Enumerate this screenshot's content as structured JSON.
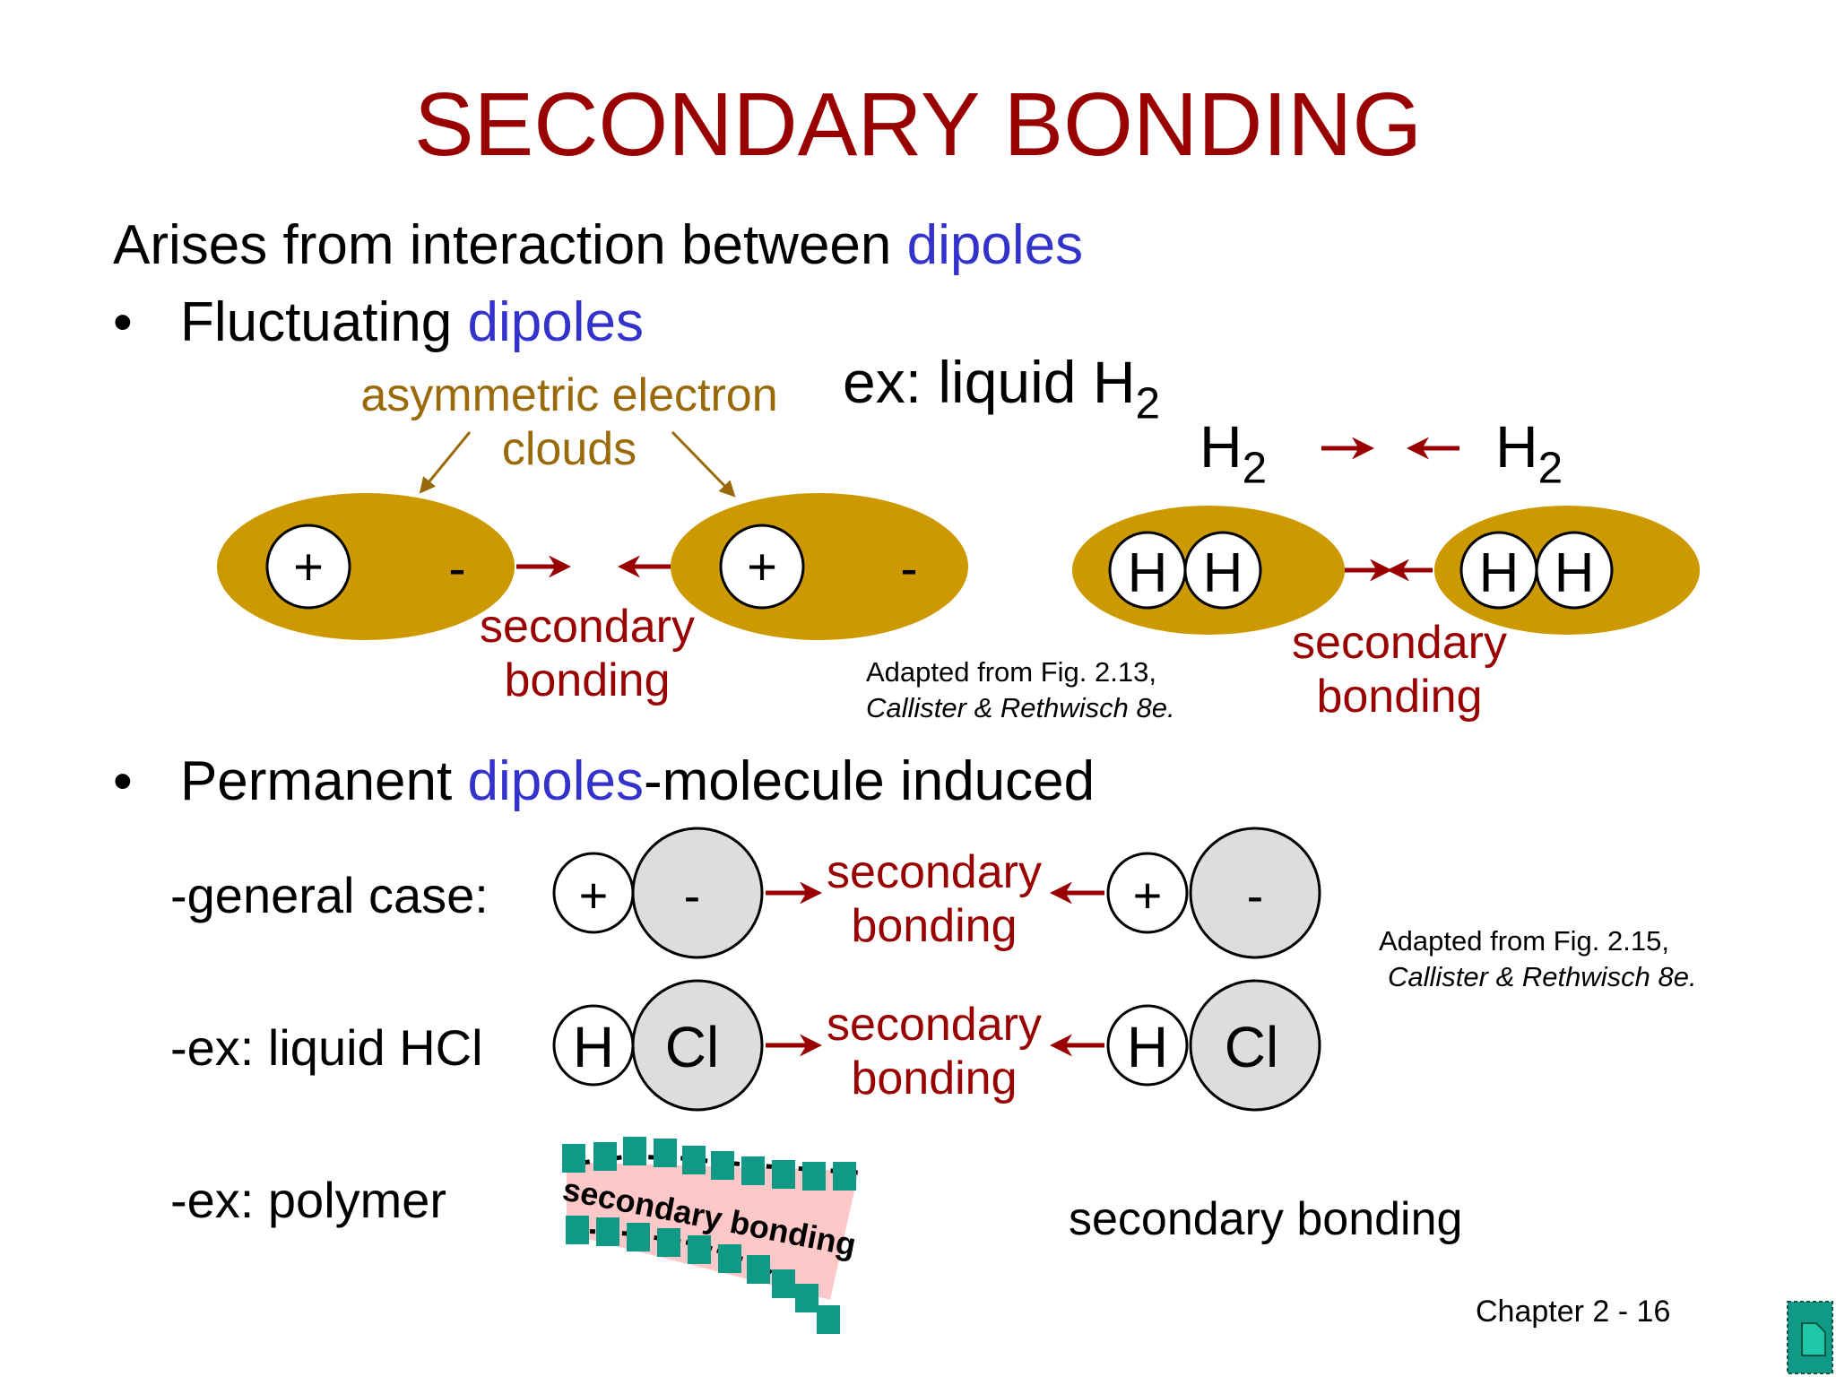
{
  "title": "SECONDARY BONDING",
  "intro": {
    "text": "Arises from interaction between ",
    "highlight": "dipoles"
  },
  "bullet1": {
    "bullet": "•",
    "text": "Fluctuating ",
    "highlight": "dipoles"
  },
  "cloud_label": {
    "line1": "asymmetric electron",
    "line2": "clouds"
  },
  "fluct_charges": {
    "plus": "+",
    "minus": "-"
  },
  "sec_bond_1": {
    "line1": "secondary",
    "line2": "bonding"
  },
  "h2_example": {
    "label": "ex:  liquid H",
    "sub": "2",
    "left_mol": "H",
    "right_mol": "H",
    "mol_sub": "2",
    "atom": "H"
  },
  "sec_bond_2": {
    "line1": "secondary",
    "line2": "bonding"
  },
  "credit1": {
    "line1": "Adapted from Fig. 2.13,",
    "line2": "Callister & Rethwisch 8e."
  },
  "bullet2": {
    "bullet": "•",
    "text": "Permanent ",
    "highlight": "dipoles",
    "rest": "-molecule induced"
  },
  "general_case": {
    "label": "-general case:",
    "plus": "+",
    "minus": "-",
    "bond_line1": "secondary",
    "bond_line2": "bonding"
  },
  "hcl_case": {
    "label": "-ex: liquid HCl",
    "h": "H",
    "cl": "Cl",
    "bond_line1": "secondary",
    "bond_line2": "bonding"
  },
  "credit2": {
    "line1": "Adapted from Fig. 2.15,",
    "line2": "Callister & Rethwisch 8e."
  },
  "polymer_case": {
    "label": "-ex: polymer",
    "band_label": "secondary bonding",
    "right_label": "secondary bonding"
  },
  "footer": {
    "chapter": "Chapter 2 -  16"
  },
  "colors": {
    "title": "#990000",
    "blue": "#3333cc",
    "cloud": "#cc9900",
    "gray": "#dddddd",
    "teal": "#119988",
    "pink": "#ffc8c8"
  },
  "icons": {
    "nav": "document-nav-icon"
  }
}
